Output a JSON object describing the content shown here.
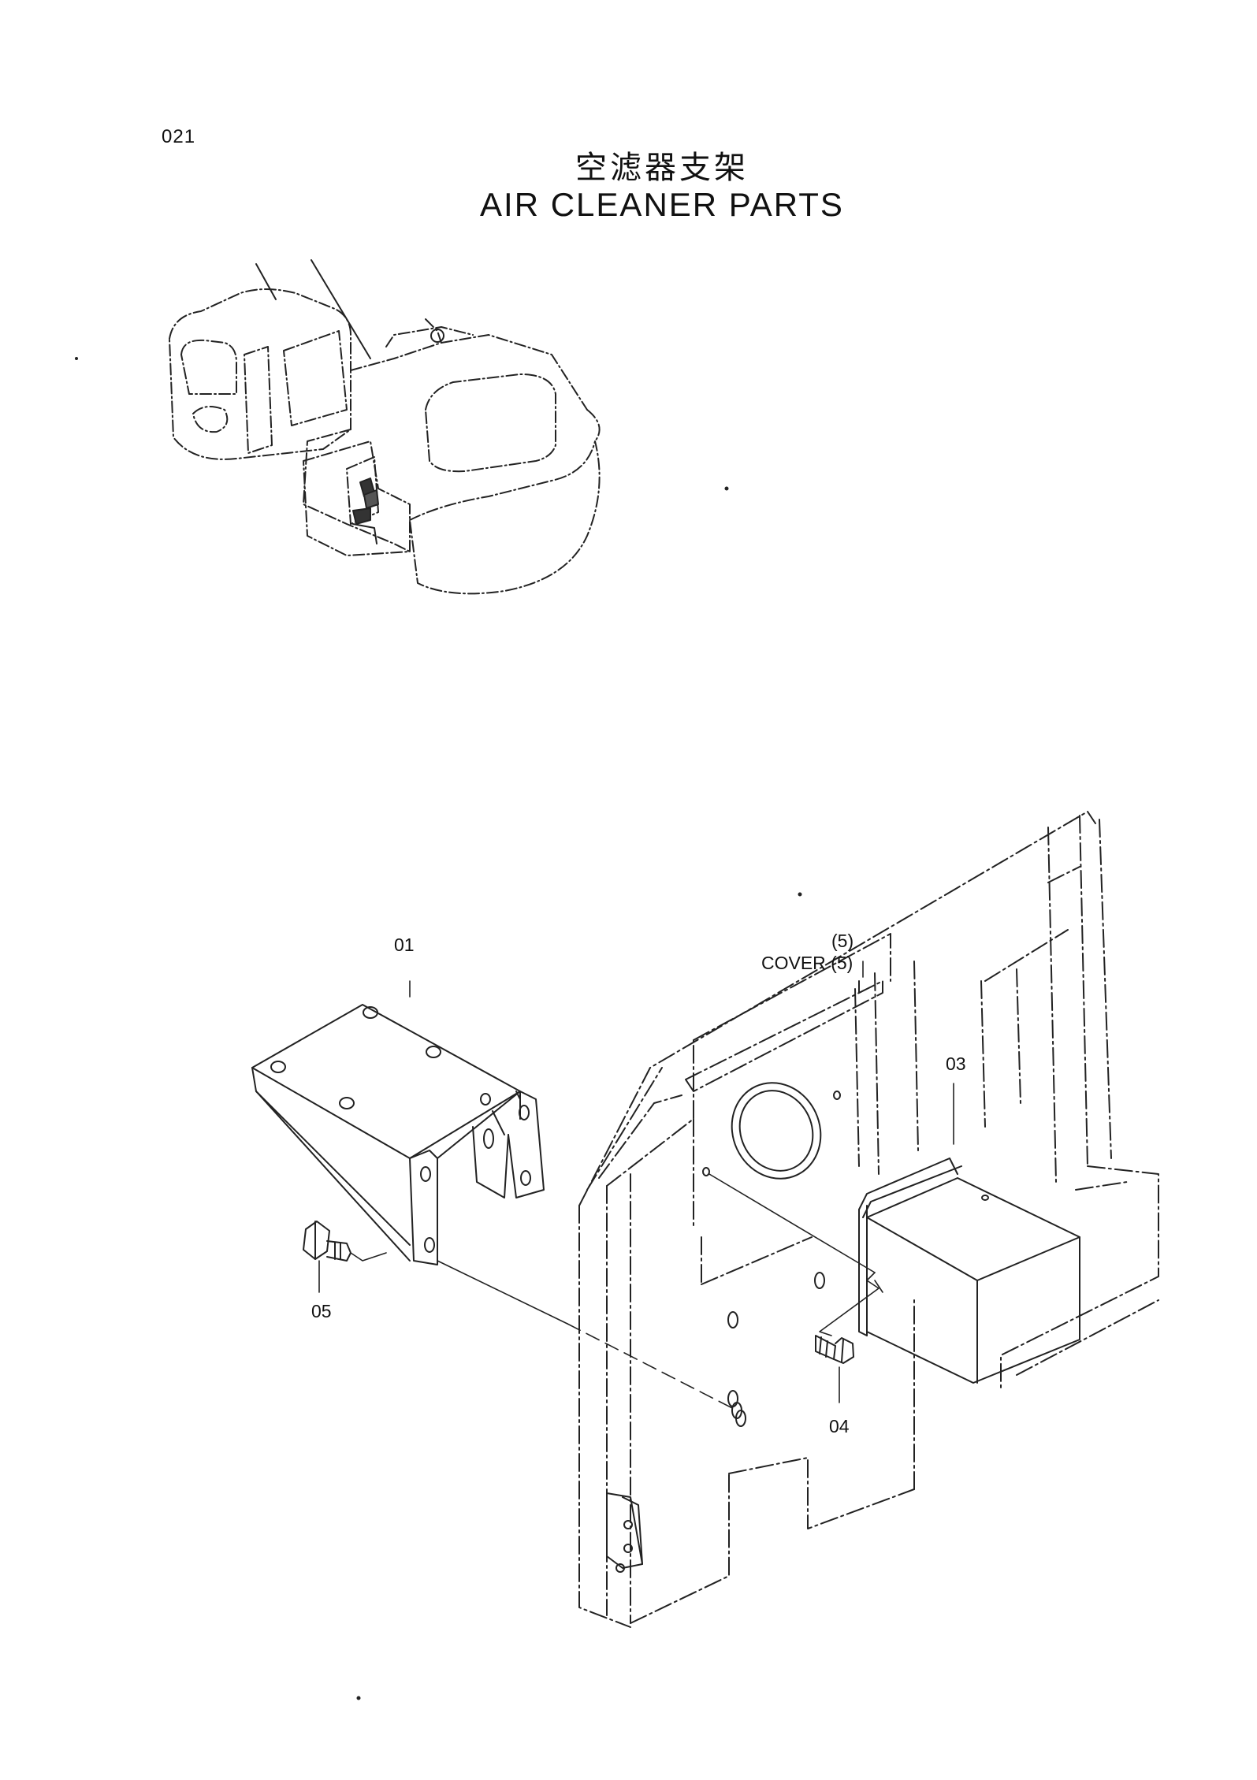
{
  "page": {
    "number": "021"
  },
  "title": {
    "chinese": "空滤器支架",
    "english": "AIR  CLEANER  PARTS"
  },
  "callouts": {
    "p01": "01",
    "p03": "03",
    "p04": "04",
    "p05": "05",
    "cover_ref": "(5)",
    "cover": "COVER (5)"
  }
}
